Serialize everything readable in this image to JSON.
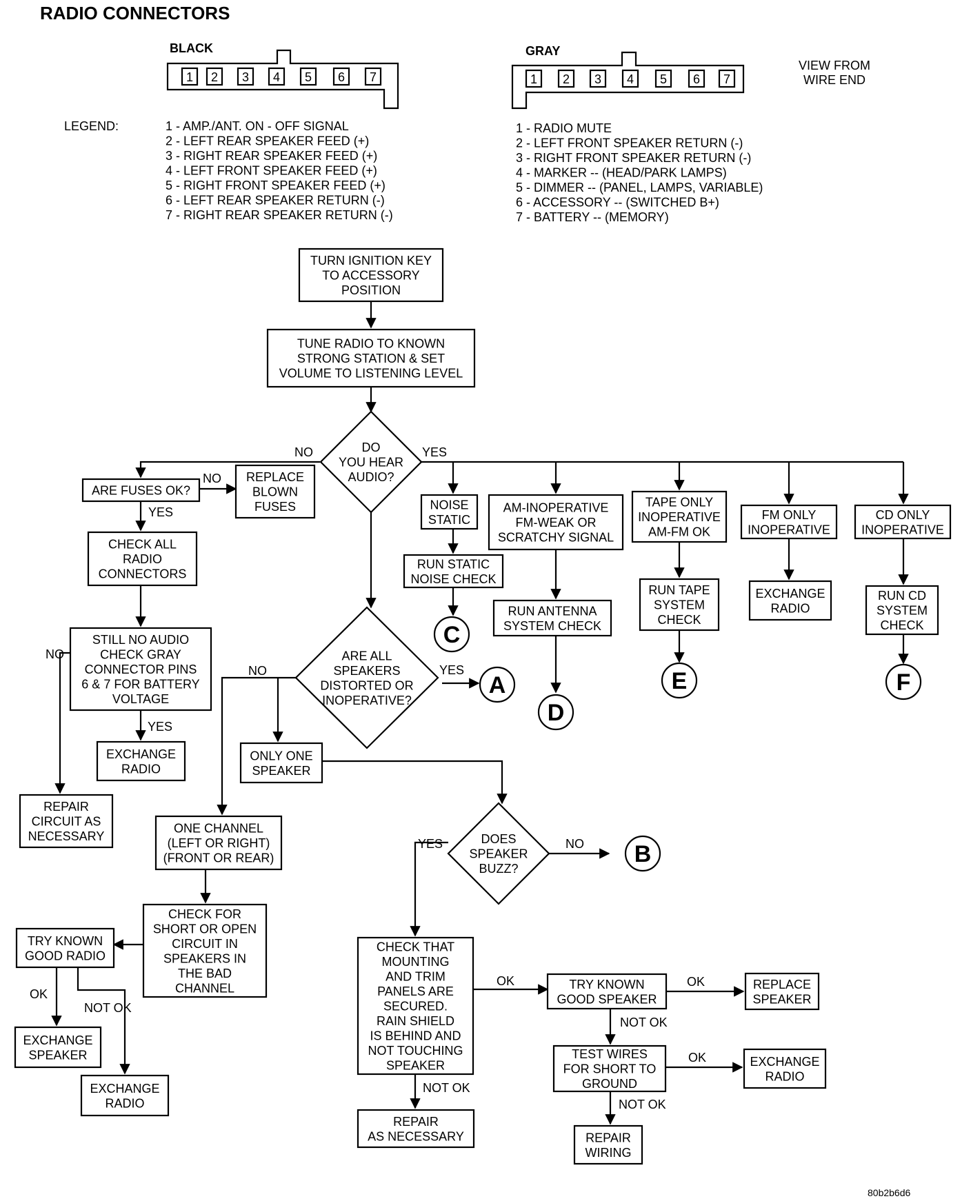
{
  "title": "RADIO CONNECTORS",
  "connectors": {
    "black": {
      "label": "BLACK",
      "pins": [
        "1",
        "2",
        "3",
        "4",
        "5",
        "6",
        "7"
      ],
      "legend_heading": "LEGEND:",
      "legend": [
        "1 - AMP./ANT. ON - OFF SIGNAL",
        "2 - LEFT REAR SPEAKER FEED (+)",
        "3 - RIGHT REAR SPEAKER FEED (+)",
        "4 - LEFT FRONT SPEAKER FEED (+)",
        "5 - RIGHT FRONT SPEAKER FEED (+)",
        "6 - LEFT REAR SPEAKER RETURN (-)",
        "7 - RIGHT REAR SPEAKER RETURN (-)"
      ]
    },
    "gray": {
      "label": "GRAY",
      "pins": [
        "1",
        "2",
        "3",
        "4",
        "5",
        "6",
        "7"
      ],
      "legend": [
        "1 - RADIO MUTE",
        "2 - LEFT FRONT SPEAKER RETURN (-)",
        "3 - RIGHT FRONT SPEAKER RETURN (-)",
        "4 - MARKER -- (HEAD/PARK LAMPS)",
        "5 - DIMMER -- (PANEL, LAMPS, VARIABLE)",
        "6 - ACCESSORY --  (SWITCHED B+)",
        "7 - BATTERY -- (MEMORY)"
      ]
    },
    "view_note": [
      "VIEW FROM",
      "WIRE END"
    ]
  },
  "flow": {
    "turn_ignition": [
      "TURN IGNITION KEY",
      "TO ACCESSORY",
      "POSITION"
    ],
    "tune_radio": [
      "TUNE RADIO TO KNOWN",
      "STRONG STATION & SET",
      "VOLUME TO LISTENING LEVEL"
    ],
    "hear_audio": [
      "DO",
      "YOU HEAR",
      "AUDIO?"
    ],
    "fuses_ok": [
      "ARE FUSES OK?"
    ],
    "replace_fuses": [
      "REPLACE",
      "BLOWN",
      "FUSES"
    ],
    "check_connectors": [
      "CHECK ALL",
      "RADIO",
      "CONNECTORS"
    ],
    "still_no_audio": [
      "STILL NO AUDIO",
      "CHECK GRAY",
      "CONNECTOR PINS",
      "6 & 7 FOR BATTERY",
      "VOLTAGE"
    ],
    "exchange_radio_1": [
      "EXCHANGE",
      "RADIO"
    ],
    "repair_circuit": [
      "REPAIR",
      "CIRCUIT AS",
      "NECESSARY"
    ],
    "noise_static": [
      "NOISE",
      "STATIC"
    ],
    "run_static": [
      "RUN STATIC",
      "NOISE CHECK"
    ],
    "am_inoperative": [
      "AM-INOPERATIVE",
      "FM-WEAK OR",
      "SCRATCHY SIGNAL"
    ],
    "run_antenna": [
      "RUN ANTENNA",
      "SYSTEM CHECK"
    ],
    "tape_only": [
      "TAPE ONLY",
      "INOPERATIVE",
      "AM-FM OK"
    ],
    "run_tape": [
      "RUN TAPE",
      "SYSTEM",
      "CHECK"
    ],
    "fm_only": [
      "FM ONLY",
      "INOPERATIVE"
    ],
    "exchange_radio_2": [
      "EXCHANGE",
      "RADIO"
    ],
    "cd_only": [
      "CD ONLY",
      "INOPERATIVE"
    ],
    "run_cd": [
      "RUN CD",
      "SYSTEM",
      "CHECK"
    ],
    "all_speakers": [
      "ARE ALL",
      "SPEAKERS",
      "DISTORTED OR",
      "INOPERATIVE?"
    ],
    "only_one": [
      "ONLY ONE",
      "SPEAKER"
    ],
    "one_channel": [
      "ONE CHANNEL",
      "(LEFT OR RIGHT)",
      "(FRONT OR REAR)"
    ],
    "check_short": [
      "CHECK FOR",
      "SHORT OR OPEN",
      "CIRCUIT IN",
      "SPEAKERS IN",
      "THE BAD",
      "CHANNEL"
    ],
    "try_radio": [
      "TRY KNOWN",
      "GOOD RADIO"
    ],
    "exchange_speaker_1": [
      "EXCHANGE",
      "SPEAKER"
    ],
    "exchange_radio_3": [
      "EXCHANGE",
      "RADIO"
    ],
    "speaker_buzz": [
      "DOES",
      "SPEAKER",
      "BUZZ?"
    ],
    "check_mounting": [
      "CHECK THAT",
      "MOUNTING",
      "AND TRIM",
      "PANELS ARE",
      "SECURED.",
      "RAIN SHIELD",
      "IS BEHIND AND",
      "NOT TOUCHING",
      "SPEAKER"
    ],
    "repair_necessary": [
      "REPAIR",
      "AS NECESSARY"
    ],
    "try_speaker": [
      "TRY KNOWN",
      "GOOD SPEAKER"
    ],
    "replace_speaker": [
      "REPLACE",
      "SPEAKER"
    ],
    "test_wires": [
      "TEST WIRES",
      "FOR SHORT TO",
      "GROUND"
    ],
    "exchange_radio_4": [
      "EXCHANGE",
      "RADIO"
    ],
    "repair_wiring": [
      "REPAIR",
      "WIRING"
    ]
  },
  "terminals": {
    "A": "A",
    "B": "B",
    "C": "C",
    "D": "D",
    "E": "E",
    "F": "F"
  },
  "edge_labels": {
    "no": "NO",
    "yes": "YES",
    "ok": "OK",
    "not_ok": "NOT OK"
  },
  "figure_code": "80b2b6d6"
}
